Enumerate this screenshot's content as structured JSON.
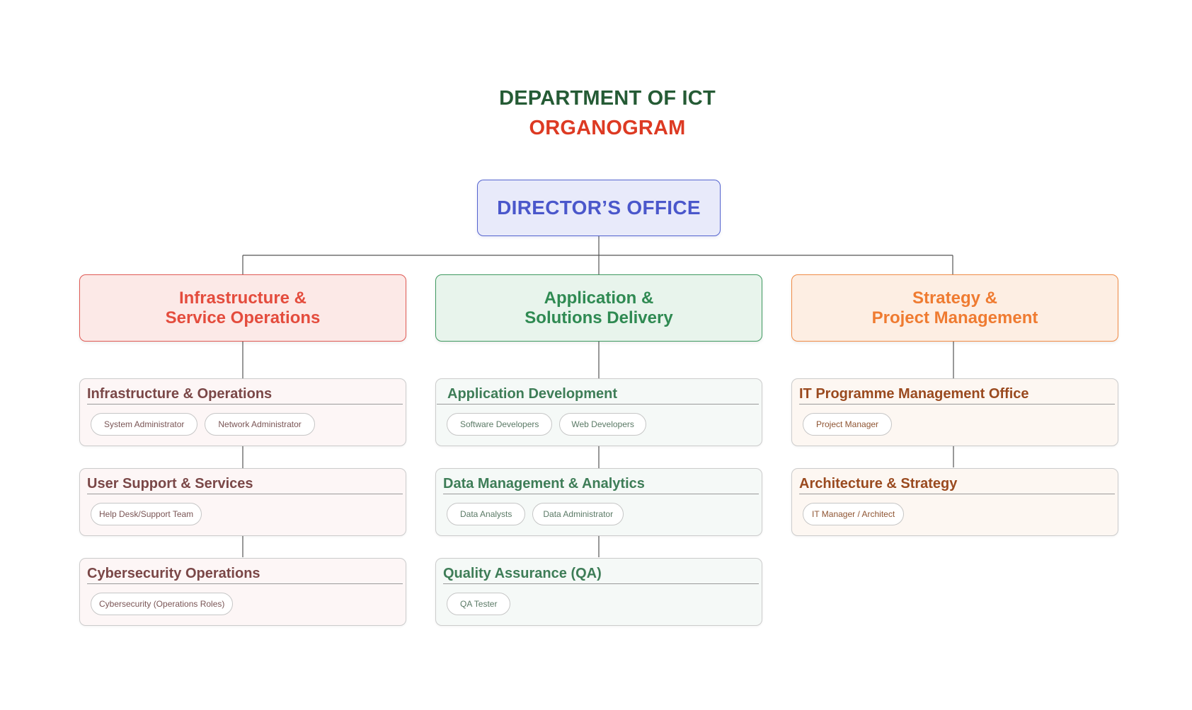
{
  "header": {
    "title": "DEPARTMENT OF ICT",
    "subtitle": "ORGANOGRAM"
  },
  "colors": {
    "title_green": "#255b35",
    "title_red": "#dd3a23",
    "director_blue": "#4a57cb",
    "infra_red": "#e44c3d",
    "app_green": "#2f8a52",
    "strategy_orange": "#ef7b31"
  },
  "director": {
    "label": "DIRECTOR’S OFFICE"
  },
  "departments": [
    {
      "line1": "Infrastructure &",
      "line2": "Service Operations",
      "units": [
        {
          "title": "Infrastructure & Operations",
          "roles": [
            "System Administrator",
            "Network Administrator"
          ]
        },
        {
          "title": "User Support & Services",
          "roles": [
            "Help Desk/Support Team"
          ]
        },
        {
          "title": "Cybersecurity Operations",
          "roles": [
            "Cybersecurity (Operations Roles)"
          ]
        }
      ]
    },
    {
      "line1": "Application &",
      "line2": "Solutions Delivery",
      "units": [
        {
          "title": "Application Development",
          "roles": [
            "Software Developers",
            "Web Developers"
          ]
        },
        {
          "title": "Data Management & Analytics",
          "roles": [
            "Data Analysts",
            "Data Administrator"
          ]
        },
        {
          "title": "Quality Assurance (QA)",
          "roles": [
            "QA Tester"
          ]
        }
      ]
    },
    {
      "line1": "Strategy &",
      "line2": "Project Management",
      "units": [
        {
          "title": "IT Programme Management Office",
          "roles": [
            "Project Manager"
          ]
        },
        {
          "title": "Architecture & Strategy",
          "roles": [
            "IT Manager / Architect"
          ]
        }
      ]
    }
  ]
}
